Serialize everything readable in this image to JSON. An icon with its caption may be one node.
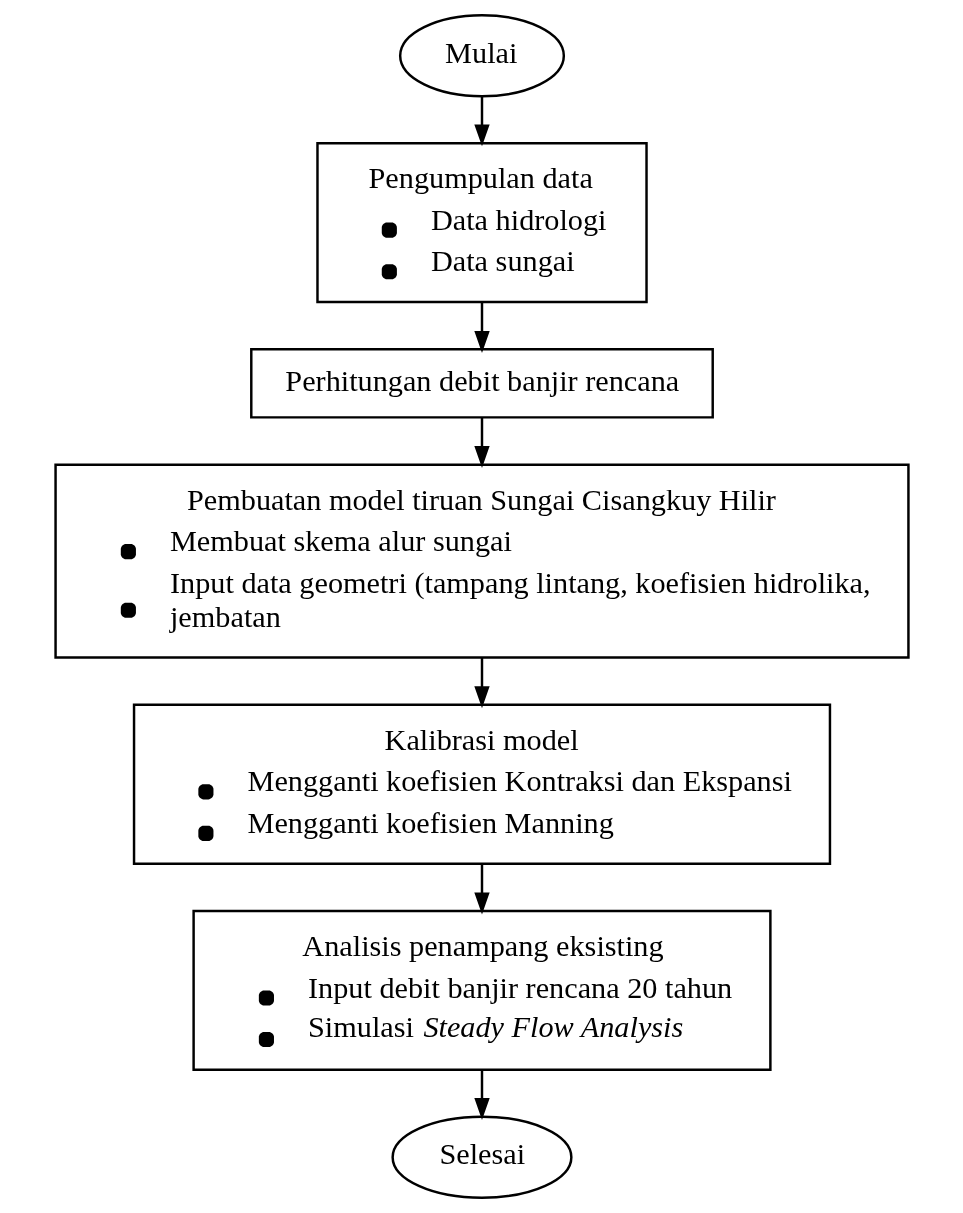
{
  "diagram": {
    "nodes": [
      {
        "text": [
          "Mulai"
        ]
      },
      {
        "text": [
          "Pengumpulan data",
          "Data hidrologi",
          "Data sungai"
        ]
      },
      {
        "text": [
          "Perhitungan debit banjir rencana"
        ]
      },
      {
        "text": [
          "Pembuatan model tiruan Sungai Cisangkuy Hilir",
          "Membuat skema alur sungai",
          "Input data geometri (tampang lintang, koefisien hidrolika, jembatan"
        ]
      },
      {
        "text": [
          "Kalibrasi model",
          "Mengganti koefisien Kontraksi dan Ekspansi",
          "Mengganti koefisien Manning"
        ]
      },
      {
        "text": [
          "Analisis penampang eksisting",
          "Input debit banjir rencana 20 tahun",
          "Simulasi *Steady Flow Analysis*"
        ]
      },
      {
        "text": [
          "Selesai"
        ]
      }
    ],
    "edges": [
      {
        "from": 0,
        "to": 1,
        "arrow": "to"
      },
      {
        "from": 1,
        "to": 2,
        "arrow": "to"
      },
      {
        "from": 2,
        "to": 3,
        "arrow": "to"
      },
      {
        "from": 3,
        "to": 4,
        "arrow": "to"
      },
      {
        "from": 4,
        "to": 5,
        "arrow": "to"
      },
      {
        "from": 5,
        "to": 6,
        "arrow": "to"
      }
    ]
  }
}
